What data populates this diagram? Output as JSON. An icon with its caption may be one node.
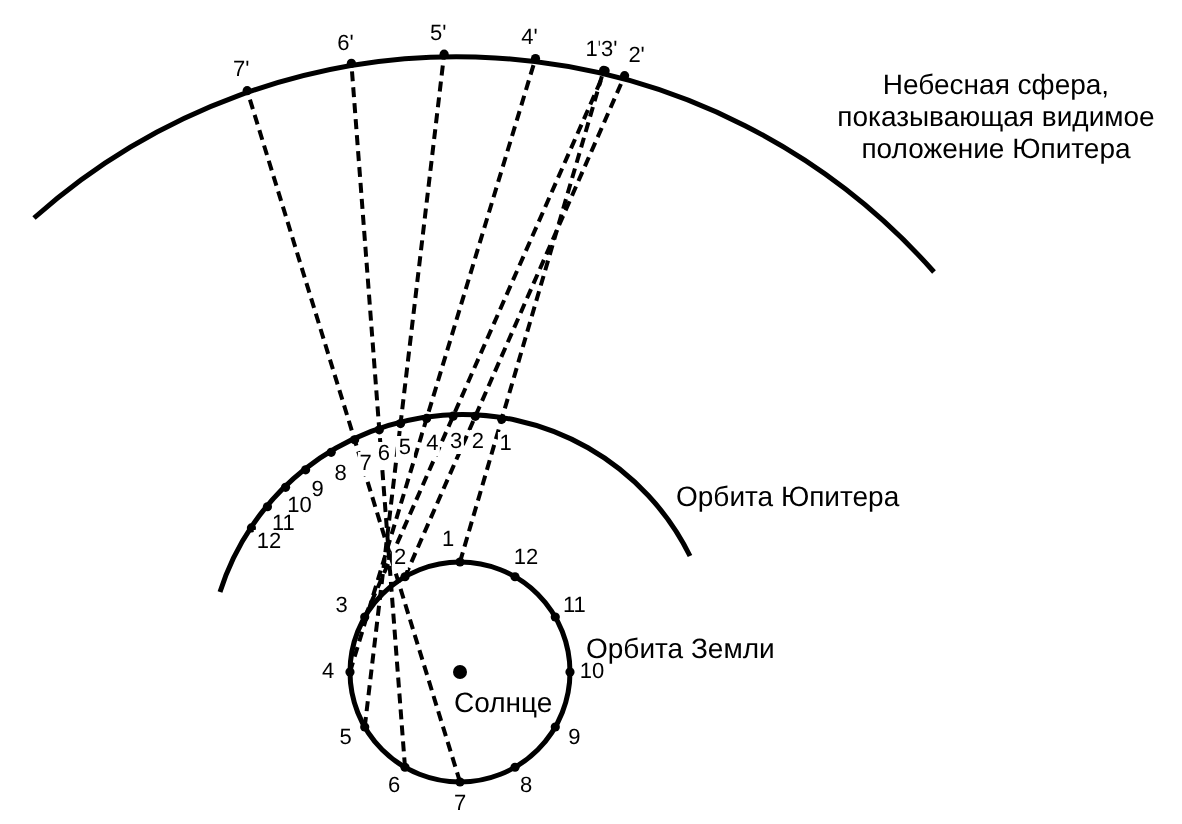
{
  "diagram": {
    "labels": [
      "7'",
      "6'",
      "5'",
      "4'",
      "1'",
      "3'",
      "2'",
      "Небесная сфера, показывающая видимое положение Юпитера",
      "7",
      "6",
      "5",
      "4",
      "3",
      "2",
      "1",
      "8",
      "9",
      "10",
      "11",
      "12",
      "Орбита Юпитера",
      "2",
      "1",
      "12",
      "3",
      "11",
      "Орбита Земли",
      "4",
      "10",
      "Солнце",
      "5",
      "9",
      "6",
      "8",
      "7"
    ]
  }
}
